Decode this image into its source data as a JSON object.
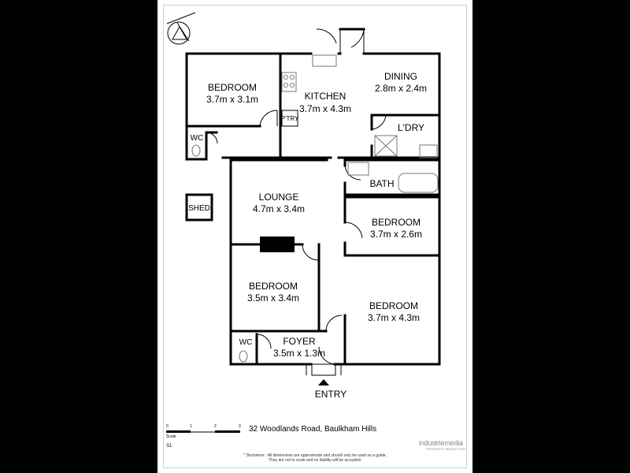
{
  "rooms": {
    "bedroom1": {
      "name": "BEDROOM",
      "dims": "3.7m x 3.1m"
    },
    "kitchen": {
      "name": "KITCHEN",
      "dims": "3.7m x 4.3m"
    },
    "dining": {
      "name": "DINING",
      "dims": "2.8m x 2.4m"
    },
    "pantry": {
      "name": "P'TRY"
    },
    "laundry": {
      "name": "L'DRY"
    },
    "wc1": {
      "name": "WC"
    },
    "bath": {
      "name": "BATH"
    },
    "shed": {
      "name": "SHED"
    },
    "lounge": {
      "name": "LOUNGE",
      "dims": "4.7m x 3.4m"
    },
    "bedroom2": {
      "name": "BEDROOM",
      "dims": "3.7m x 2.6m"
    },
    "bedroom3": {
      "name": "BEDROOM",
      "dims": "3.5m x 3.4m"
    },
    "bedroom4": {
      "name": "BEDROOM",
      "dims": "3.7m x 4.3m"
    },
    "wc2": {
      "name": "WC"
    },
    "foyer": {
      "name": "FOYER",
      "dims": "3.5m x 1.3m"
    }
  },
  "entry_label": "ENTRY",
  "scale": {
    "ticks": [
      "0",
      "1",
      "2",
      "3"
    ],
    "label": "Scale"
  },
  "sheet_number": "S1",
  "address": "32 Woodlands Road, Baulkham Hills",
  "brand": {
    "name": "industriemedia",
    "tagline": "PROPERTY MARKETING"
  },
  "disclaimer": {
    "line1": "* Disclaimer : All dimensions are approximate and should only be used as a guide.",
    "line2": "They are not to scale and no liability will be accepted."
  },
  "colors": {
    "background": "#000000",
    "sheet": "#ffffff",
    "walls": "#000000"
  }
}
